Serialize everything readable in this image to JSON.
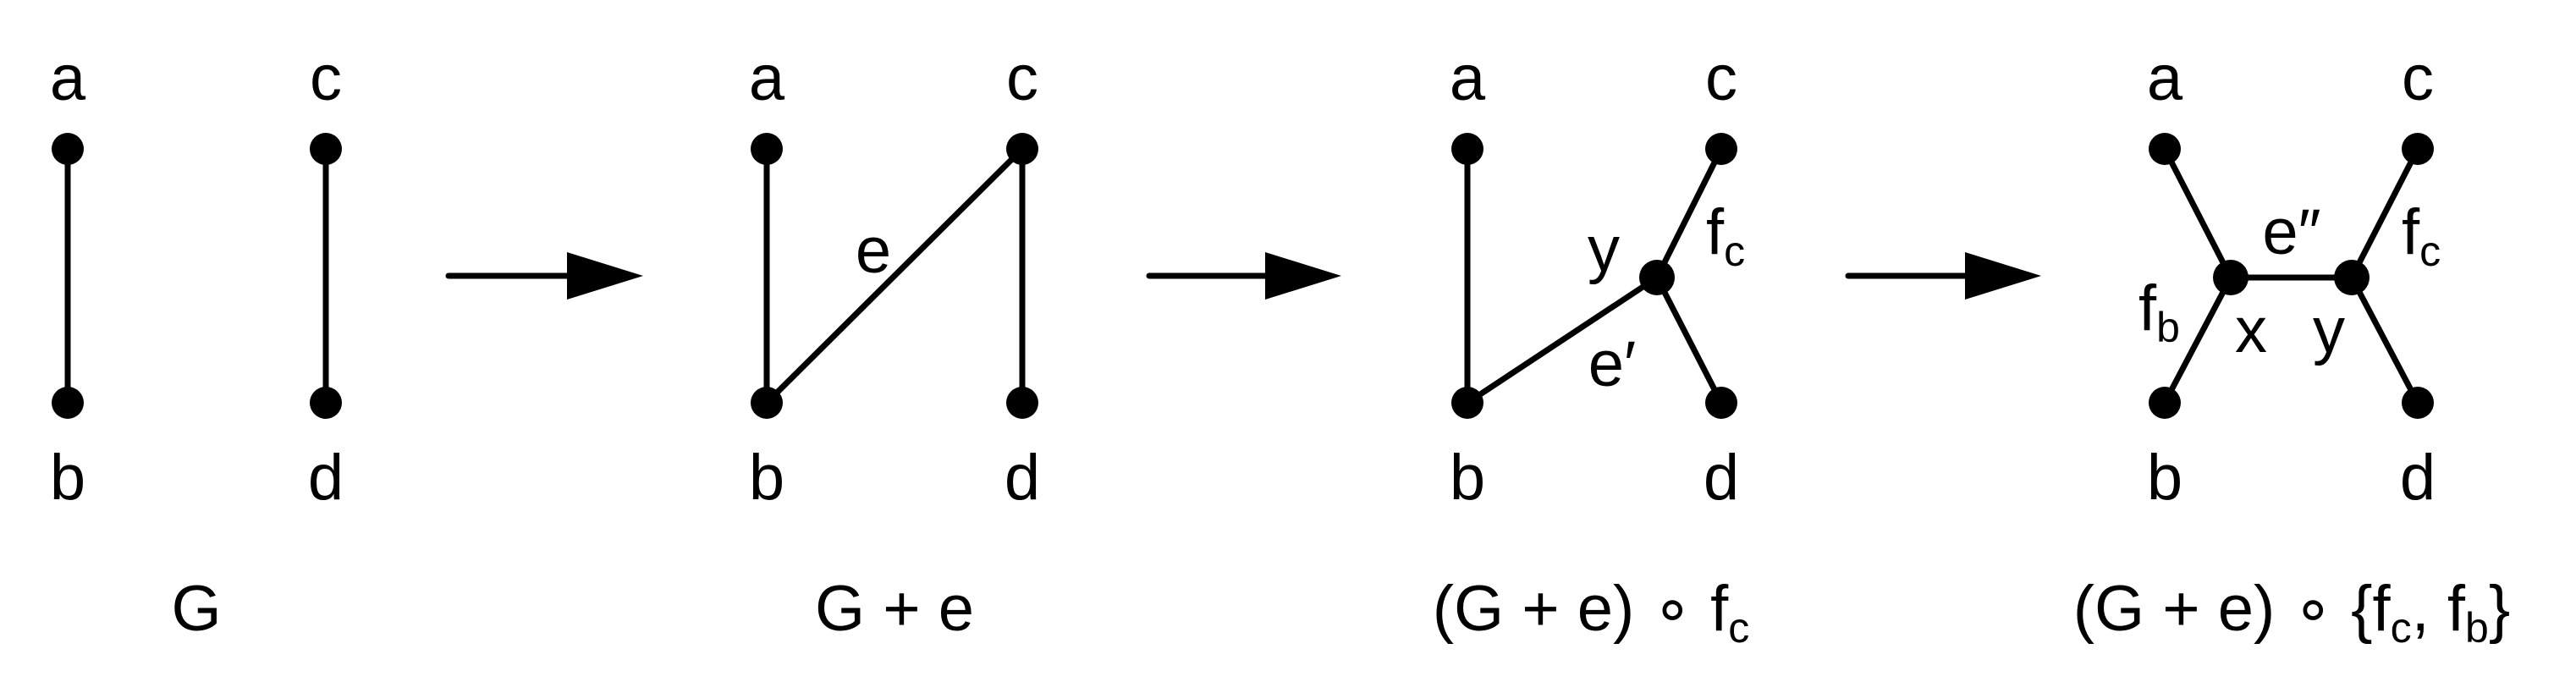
{
  "panels": [
    {
      "caption": "G",
      "vertices": {
        "a": "a",
        "b": "b",
        "c": "c",
        "d": "d"
      }
    },
    {
      "caption": "G + e",
      "vertices": {
        "a": "a",
        "b": "b",
        "c": "c",
        "d": "d"
      },
      "edge_label": "e"
    },
    {
      "caption_main": "(G + e) ∘ f",
      "caption_sub": "c",
      "vertices": {
        "a": "a",
        "b": "b",
        "c": "c",
        "d": "d"
      },
      "labels": {
        "y": "y",
        "e_prime": "e′",
        "f": "f",
        "f_sub": "c"
      }
    },
    {
      "caption_prefix": "(G + e) ∘ {f",
      "caption_sub1": "c",
      "caption_mid": ", f",
      "caption_sub2": "b",
      "caption_suffix": "}",
      "vertices": {
        "a": "a",
        "b": "b",
        "c": "c",
        "d": "d"
      },
      "labels": {
        "x": "x",
        "y": "y",
        "e_dprime": "e″",
        "fb": "f",
        "fb_sub": "b",
        "fc": "f",
        "fc_sub": "c"
      }
    }
  ]
}
